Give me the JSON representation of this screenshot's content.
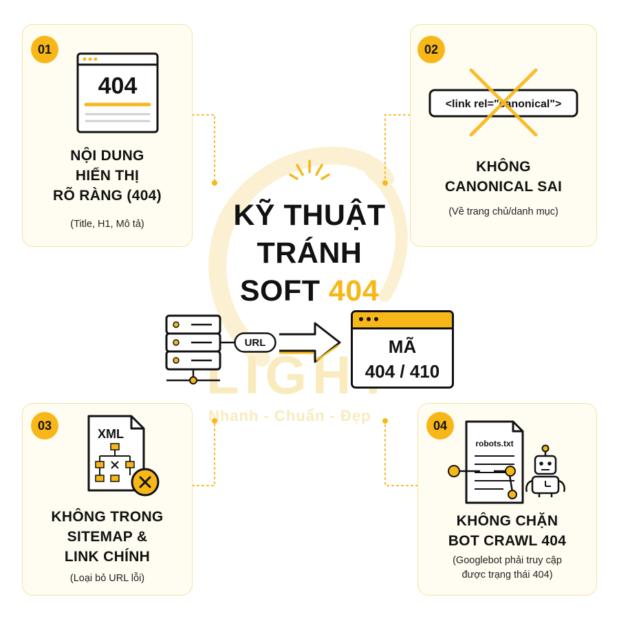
{
  "title": {
    "line1": "KỸ THUẬT",
    "line2": "TRÁNH",
    "line3_prefix": "SOFT ",
    "line3_accent": "404"
  },
  "watermark": {
    "brand": "LIGHT",
    "slogan": "Nhanh - Chuẩn - Đẹp"
  },
  "colors": {
    "accent": "#f7b718",
    "card_bg": "#fffcf1",
    "card_border": "#f6e3a6",
    "ink": "#111111",
    "watermark": "#f9ebbd"
  },
  "cards": [
    {
      "number": "01",
      "title_lines": [
        "NỘI DUNG",
        "HIỂN THỊ",
        "RÕ RÀNG (404)"
      ],
      "subtitle_lines": [
        "(Title, H1, Mô tả)"
      ],
      "icon": "error-404-page-icon",
      "icon_text": "404"
    },
    {
      "number": "02",
      "title_lines": [
        "KHÔNG",
        "CANONICAL SAI"
      ],
      "subtitle_lines": [
        "(Về trang chủ/danh mục)"
      ],
      "icon": "crossed-canonical-tag-icon",
      "icon_text": "<link rel=\"canonical\">"
    },
    {
      "number": "03",
      "title_lines": [
        "KHÔNG TRONG",
        "SITEMAP &",
        "LINK CHÍNH"
      ],
      "subtitle_lines": [
        "(Loại bỏ URL lỗi)"
      ],
      "icon": "xml-sitemap-removed-icon",
      "icon_text": "XML"
    },
    {
      "number": "04",
      "title_lines": [
        "KHÔNG CHẶN",
        "BOT CRAWL 404"
      ],
      "subtitle_lines": [
        "(Googlebot phải truy cập",
        "được trạng thái 404)"
      ],
      "icon": "robots-txt-bot-icon",
      "icon_text": "robots.txt"
    }
  ],
  "flow": {
    "source_icon": "server-icon",
    "url_label": "URL",
    "arrow_icon": "arrow-right-icon",
    "result_line1": "MÃ",
    "result_line2": "404 / 410"
  }
}
